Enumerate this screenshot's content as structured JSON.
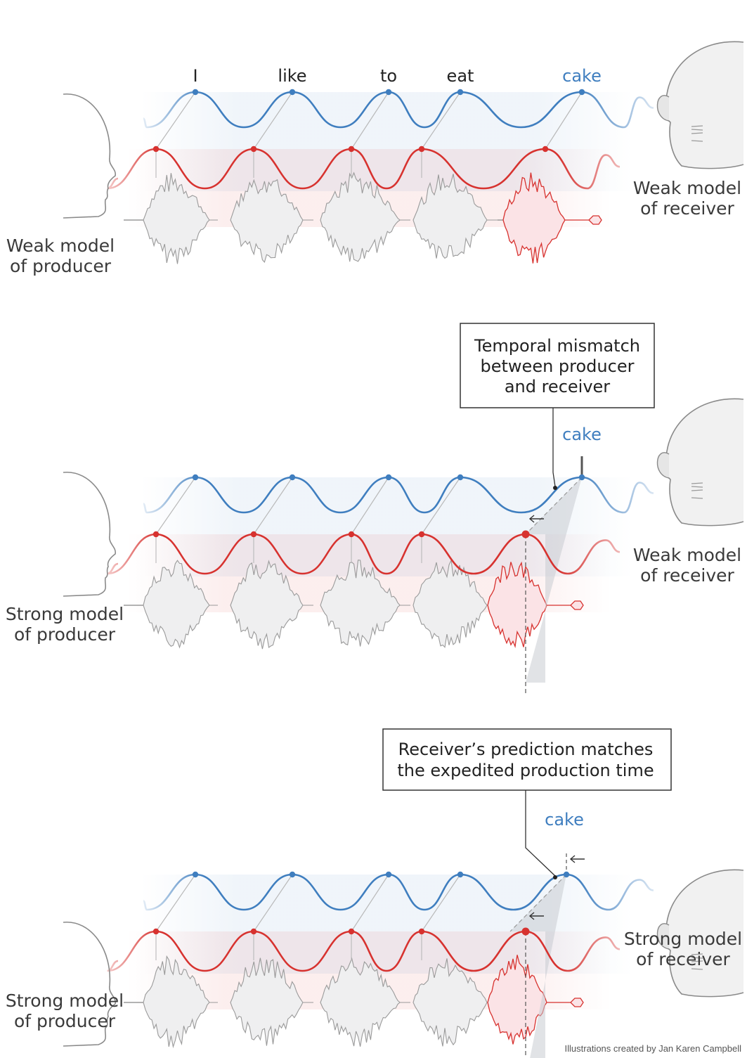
{
  "words": [
    "I",
    "like",
    "to",
    "eat"
  ],
  "final_word": "cake",
  "colors": {
    "receiver_wave": "#3f7ebf",
    "producer_wave": "#d7322f",
    "speech_wave": "#9a9a9a",
    "mismatch_band": "#c9ccd1",
    "text": "#3a3a3a"
  },
  "icons": [
    "producer-head-icon",
    "receiver-head-icon"
  ],
  "panels": [
    {
      "producer_label": [
        "Weak model",
        "of producer"
      ],
      "receiver_label": [
        "Weak model",
        "of receiver"
      ],
      "callout": null
    },
    {
      "producer_label": [
        "Strong model",
        "of producer"
      ],
      "receiver_label": [
        "Weak model",
        "of receiver"
      ],
      "callout": [
        "Temporal mismatch",
        "between producer",
        "and receiver"
      ]
    },
    {
      "producer_label": [
        "Strong model",
        "of producer"
      ],
      "receiver_label": [
        "Strong model",
        "of receiver"
      ],
      "callout": [
        "Receiver’s prediction matches",
        "the expedited production time"
      ]
    }
  ],
  "credit": "Illustrations created by Jan Karen Campbell"
}
